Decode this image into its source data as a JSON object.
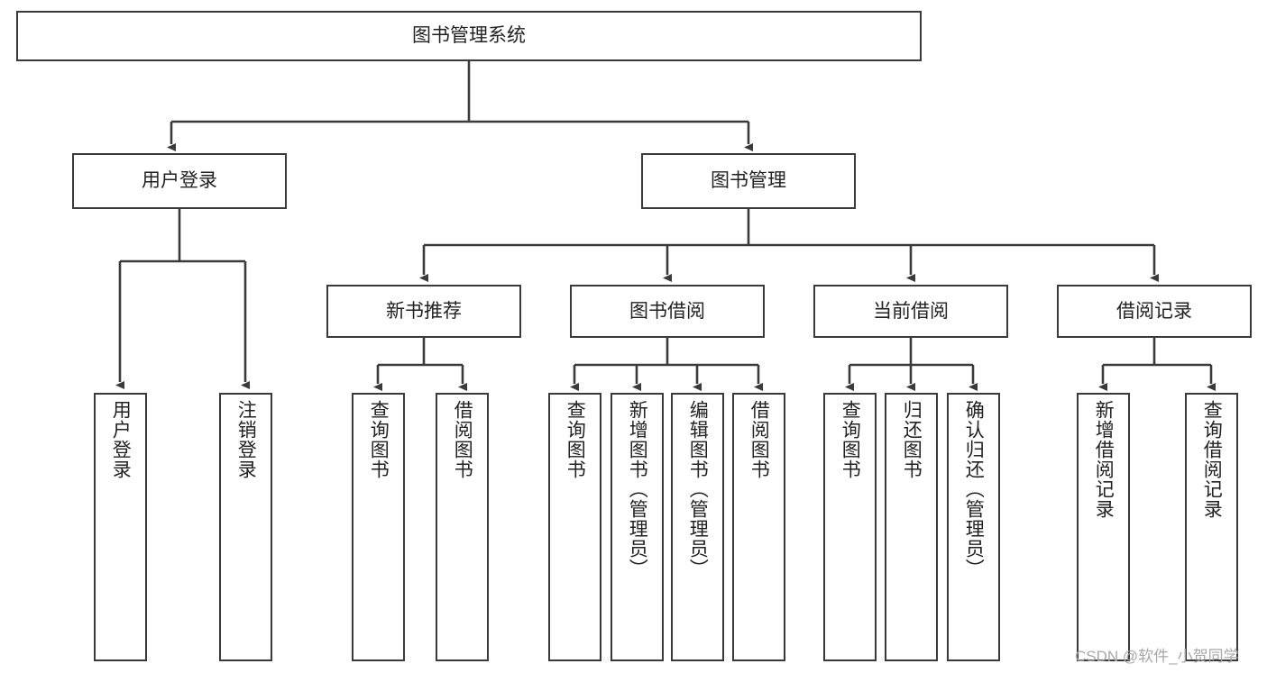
{
  "diagram": {
    "title_node": {
      "id": "root",
      "label": "图书管理系统"
    },
    "level2": [
      {
        "id": "user-login",
        "label": "用户登录"
      },
      {
        "id": "book-manage",
        "label": "图书管理"
      }
    ],
    "level3": [
      {
        "id": "new-book-rec",
        "label": "新书推荐"
      },
      {
        "id": "book-borrow",
        "label": "图书借阅"
      },
      {
        "id": "current-borrow",
        "label": "当前借阅"
      },
      {
        "id": "borrow-record",
        "label": "借阅记录"
      }
    ],
    "leaves": {
      "user_login": [
        {
          "id": "leaf-user-login",
          "label": "用户登录"
        },
        {
          "id": "leaf-logout",
          "label": "注销登录"
        }
      ],
      "new_book_rec": [
        {
          "id": "leaf-query-book-1",
          "label": "查询图书"
        },
        {
          "id": "leaf-borrow-book-1",
          "label": "借阅图书"
        }
      ],
      "book_borrow": [
        {
          "id": "leaf-query-book-2",
          "label": "查询图书"
        },
        {
          "id": "leaf-add-book",
          "label": "新增图书（管理员）"
        },
        {
          "id": "leaf-edit-book",
          "label": "编辑图书（管理员）"
        },
        {
          "id": "leaf-borrow-book-2",
          "label": "借阅图书"
        }
      ],
      "current_borrow": [
        {
          "id": "leaf-query-book-3",
          "label": "查询图书"
        },
        {
          "id": "leaf-return-book",
          "label": "归还图书"
        },
        {
          "id": "leaf-confirm-return",
          "label": "确认归还（管理员）"
        }
      ],
      "borrow_record": [
        {
          "id": "leaf-add-record",
          "label": "新增借阅记录"
        },
        {
          "id": "leaf-query-record",
          "label": "查询借阅记录"
        }
      ]
    },
    "colors": {
      "stroke": "#3a3a3a",
      "box_fill": "#ffffff",
      "text": "#222222",
      "watermark": "#a8a8a8",
      "background": "#ffffff"
    }
  },
  "watermark": {
    "text": "CSDN @软件_小贺同学"
  }
}
